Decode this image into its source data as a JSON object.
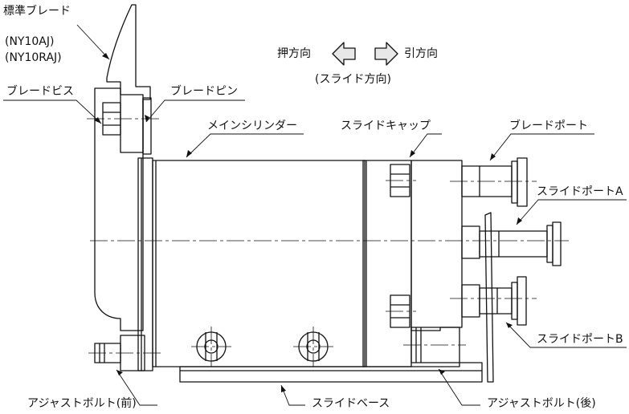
{
  "labels": {
    "standard_blade": "標準ブレード",
    "model_1": "(NY10AJ)",
    "model_2": "(NY10RAJ)",
    "blade_screw": "ブレードビス",
    "blade_pin": "ブレードピン",
    "main_cylinder": "メインシリンダー",
    "slide_cap": "スライドキャップ",
    "blade_port": "ブレードポート",
    "slide_port_a": "スライドポートA",
    "slide_port_b": "スライドポートB",
    "adjust_bolt_front": "アジャストボルト(前)",
    "slide_base": "スライドベース",
    "adjust_bolt_rear": "アジャストボルト(後)"
  },
  "direction": {
    "push": "押方向",
    "pull": "引方向",
    "slide_direction": "(スライド方向)"
  },
  "icons": {
    "left": "arrow-left-icon",
    "right": "arrow-right-icon"
  }
}
